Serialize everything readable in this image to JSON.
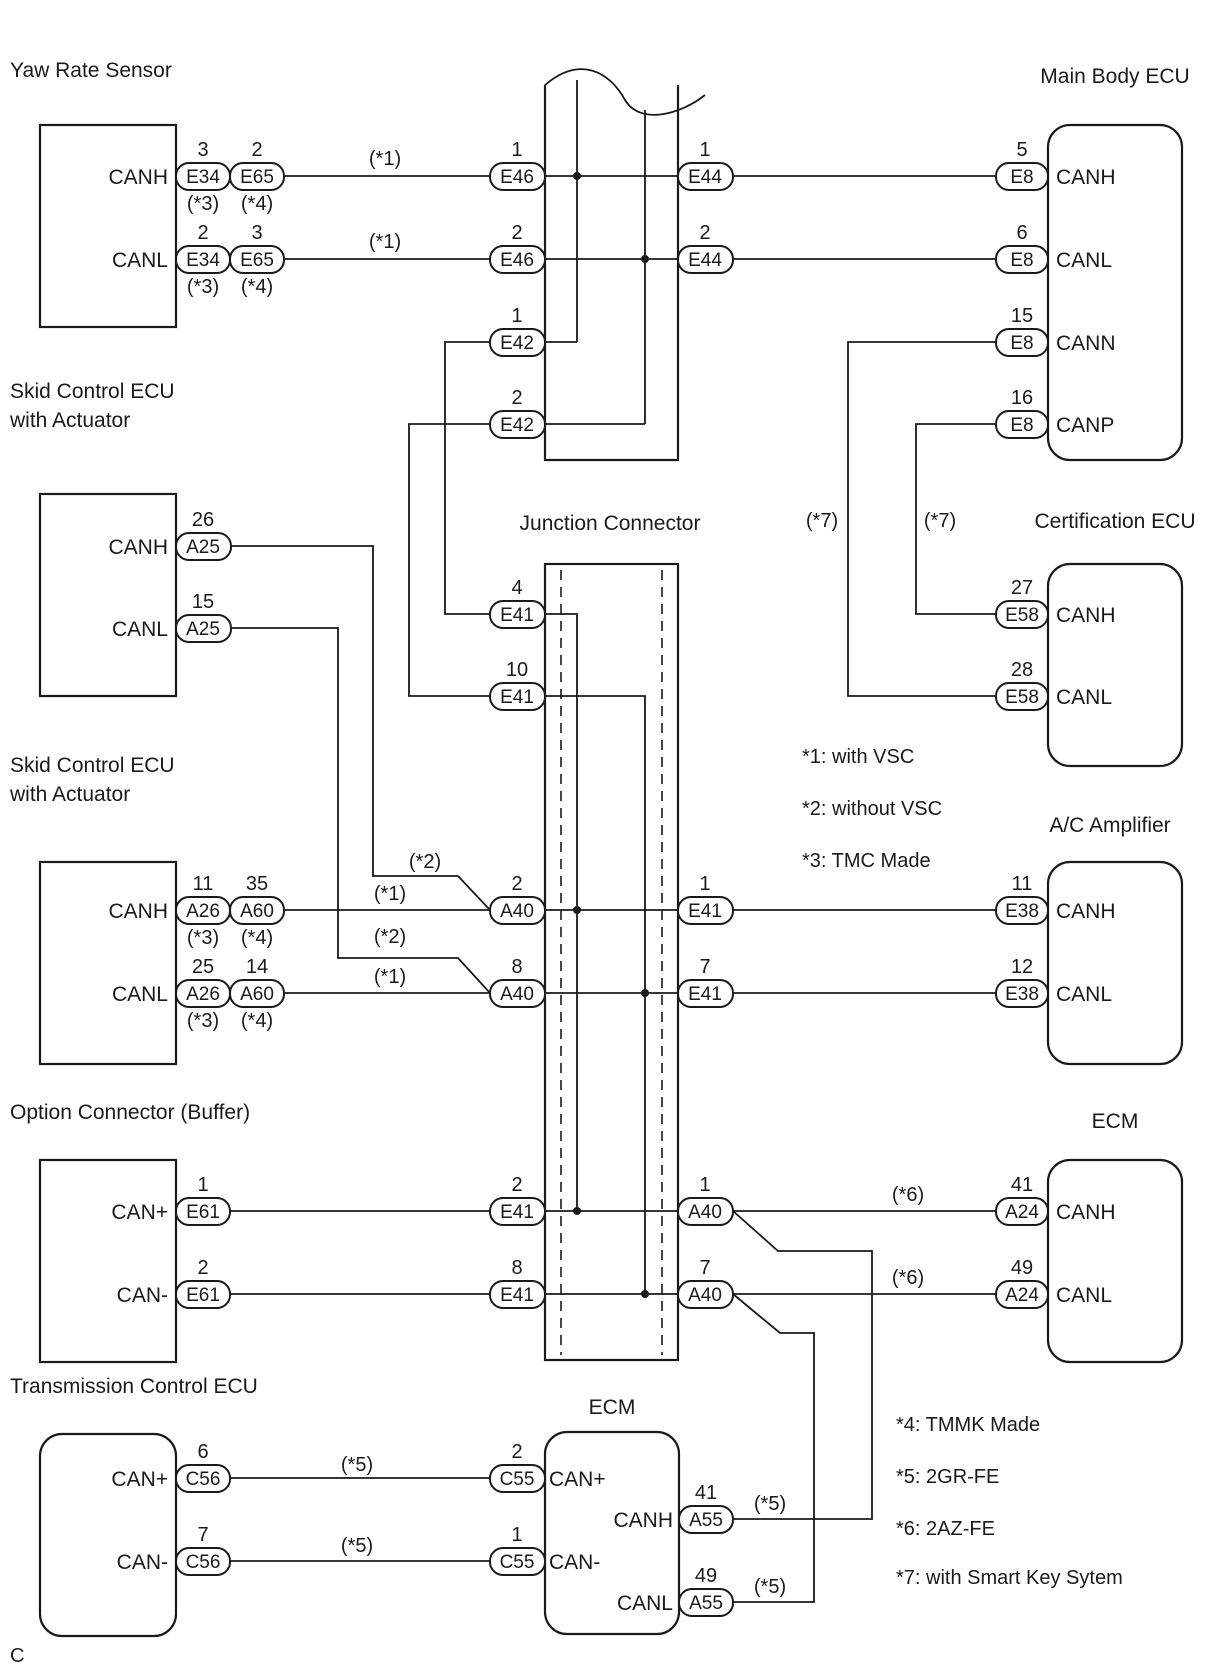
{
  "blocks": {
    "yaw": {
      "title": "Yaw Rate Sensor",
      "pin_h": "CANH",
      "pin_l": "CANL"
    },
    "skid1": {
      "title_1": "Skid Control ECU",
      "title_2": "with Actuator",
      "pin_h": "CANH",
      "pin_l": "CANL"
    },
    "skid2": {
      "title_1": "Skid Control ECU",
      "title_2": "with Actuator",
      "pin_h": "CANH",
      "pin_l": "CANL"
    },
    "option": {
      "title": "Option Connector (Buffer)",
      "pin_p": "CAN+",
      "pin_m": "CAN-"
    },
    "tcu": {
      "title": "Transmission Control ECU",
      "pin_p": "CAN+",
      "pin_m": "CAN-"
    },
    "ecm_bottom": {
      "title": "ECM",
      "pin_p": "CAN+",
      "pin_m": "CAN-",
      "pin_h": "CANH",
      "pin_l": "CANL"
    },
    "main_body": {
      "title": "Main Body ECU",
      "pin_h": "CANH",
      "pin_l": "CANL",
      "pin_n": "CANN",
      "pin_pp": "CANP"
    },
    "cert": {
      "title": "Certification ECU",
      "pin_h": "CANH",
      "pin_l": "CANL"
    },
    "ac": {
      "title": "A/C Amplifier",
      "pin_h": "CANH",
      "pin_l": "CANL"
    },
    "ecm_right": {
      "title": "ECM",
      "pin_h": "CANH",
      "pin_l": "CANL"
    },
    "junction": {
      "title": "Junction Connector"
    }
  },
  "connectors": {
    "E34": "E34",
    "E65": "E65",
    "E46": "E46",
    "E44": "E44",
    "E42": "E42",
    "E8": "E8",
    "A25": "A25",
    "E41": "E41",
    "E58": "E58",
    "A26": "A26",
    "A60": "A60",
    "A40": "A40",
    "E38": "E38",
    "E61": "E61",
    "A24": "A24",
    "C56": "C56",
    "C55": "C55",
    "A55": "A55"
  },
  "pins": {
    "yaw_e34_h": "3",
    "yaw_e65_h": "2",
    "yaw_e34_l": "2",
    "yaw_e65_l": "3",
    "e46_1": "1",
    "e46_2": "2",
    "e44_1": "1",
    "e44_2": "2",
    "e42_1": "1",
    "e42_2": "2",
    "e8_5": "5",
    "e8_6": "6",
    "e8_15": "15",
    "e8_16": "16",
    "a25_26": "26",
    "a25_15": "15",
    "e41_4": "4",
    "e41_10": "10",
    "e58_27": "27",
    "e58_28": "28",
    "a26_11": "11",
    "a60_35": "35",
    "a26_25": "25",
    "a60_14": "14",
    "a40_2": "2",
    "a40_8": "8",
    "e41r_1": "1",
    "e41r_7": "7",
    "e38_11": "11",
    "e38_12": "12",
    "e61_1": "1",
    "e61_2": "2",
    "e41b_2": "2",
    "e41b_8": "8",
    "a40r_1": "1",
    "a40r_7": "7",
    "a24_41": "41",
    "a24_49": "49",
    "c56_6": "6",
    "c56_7": "7",
    "c55_2": "2",
    "c55_1": "1",
    "a55_41": "41",
    "a55_49": "49"
  },
  "marks": {
    "m1": "(*1)",
    "m2": "(*2)",
    "m3": "(*3)",
    "m4": "(*4)",
    "m5": "(*5)",
    "m6": "(*6)",
    "m7": "(*7)"
  },
  "notes": {
    "n1": "*1: with VSC",
    "n2": "*2: without VSC",
    "n3": "*3: TMC Made",
    "n4": "*4: TMMK Made",
    "n5": "*5: 2GR-FE",
    "n6": "*6: 2AZ-FE",
    "n7": "*7: with Smart Key Sytem"
  },
  "corner_label": "C"
}
